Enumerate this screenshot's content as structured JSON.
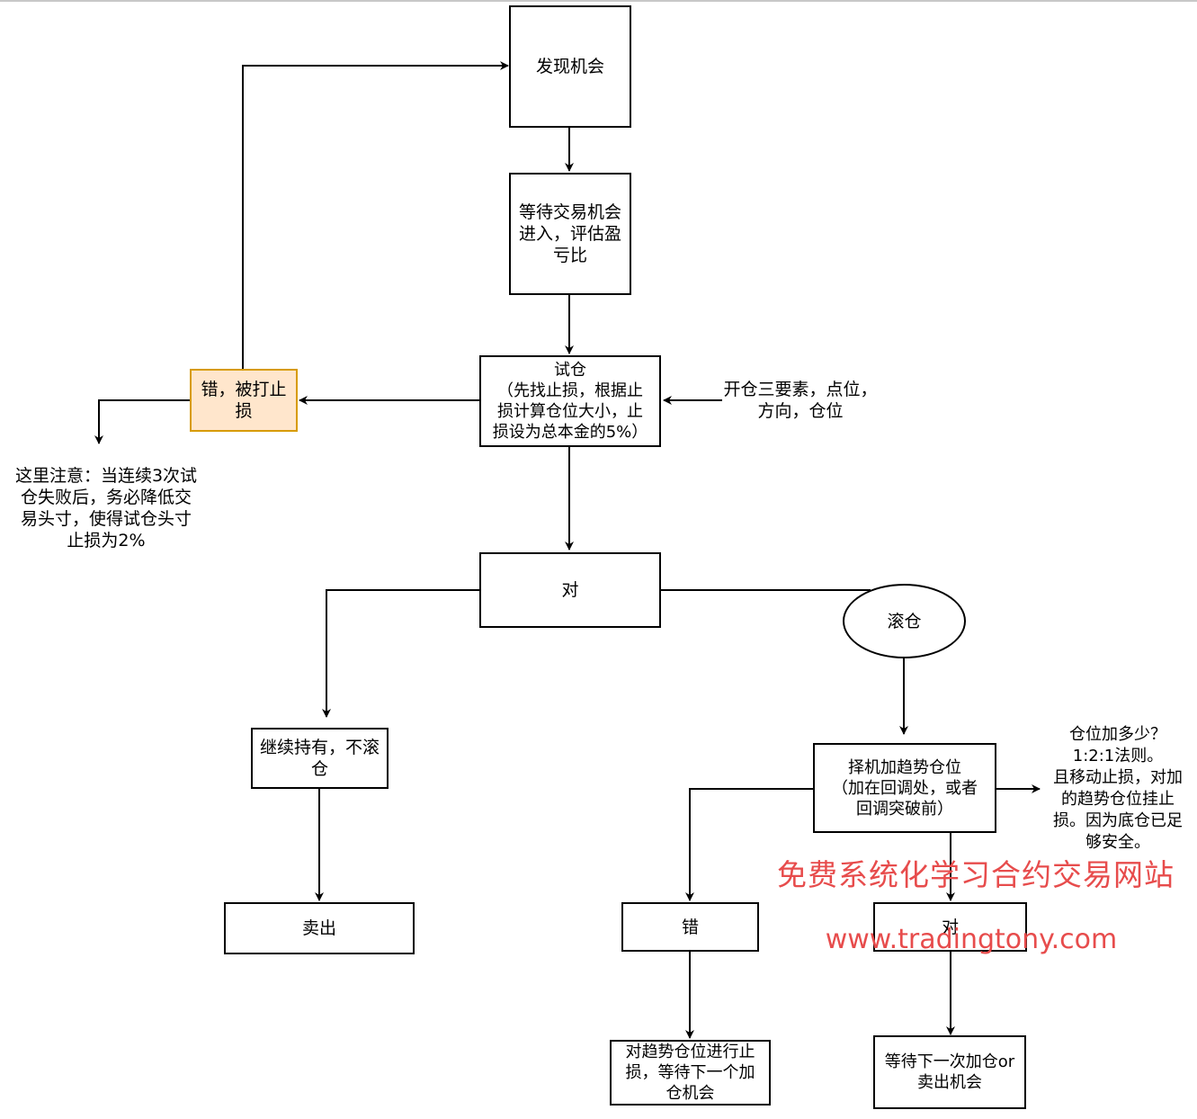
{
  "nodes": {
    "discover": "发现机会",
    "wait": "等待交易机会\n进入，评估盈\n亏比",
    "trial": "试仓\n（先找止损，根据止\n损计算仓位大小，止\n损设为总本金的5%）",
    "wrong_stopped": "错，被打止\n损",
    "right": "对",
    "roll": "滚仓",
    "hold": "继续持有，不滚\n仓",
    "sell": "卖出",
    "add_trend": "择机加趋势仓位\n（加在回调处，或者\n回调突破前）",
    "wrong2": "错",
    "right2": "对",
    "stop_trend": "对趋势仓位进行止\n损，等待下一个加\n仓机会",
    "wait_next": "等待下一次加仓or\n卖出机会"
  },
  "notes": {
    "three_elements": "开仓三要素，点位，\n方向，仓位",
    "attention": "这里注意：当连续3次试\n仓失败后，务必降低交\n易头寸，使得试仓头寸\n止损为2%",
    "position_rule": "仓位加多少？\n1:2:1法则。\n且移动止损，对加\n的趋势仓位挂止\n损。因为底仓已足\n够安全。"
  },
  "watermark": {
    "line1": "免费系统化学习合约交易网站",
    "line2": "www.tradingtony.com"
  },
  "colors": {
    "orange_fill": "#ffe6cc",
    "orange_border": "#d79b00",
    "watermark": "#e74c4c"
  }
}
